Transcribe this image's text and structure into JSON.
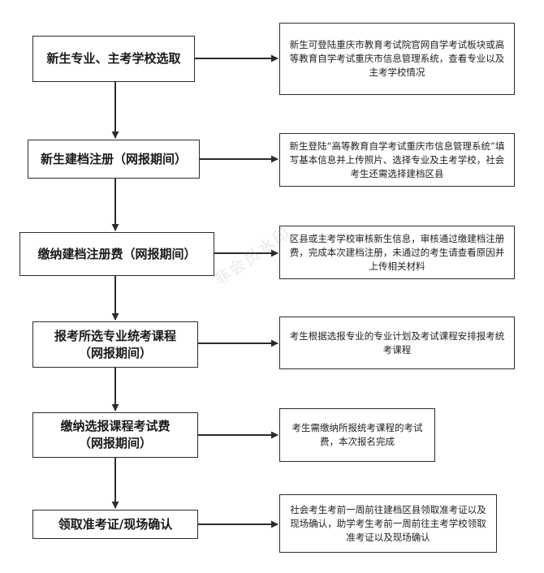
{
  "steps": [
    "新生专业、主考学校选取",
    "新生建档注册（网报期间）",
    "缴纳建档注册费（网报期间）",
    "报考所选专业统考课程\n（网报期间）",
    "缴纳选报课程考试费\n（网报期间）",
    "领取准考证/现场确认"
  ],
  "notes": [
    "新生可登陆重庆市教育考试院官网自学考试板块或高等教育自学考试重庆市信息管理系统，查看专业以及主考学校情况",
    "新生登陆“高等教育自学考试重庆市信息管理系统”填写基本信息并上传照片、选择专业及主考学校，社会考生还需选择建档区县",
    "区县或主考学校审核新生信息，审核通过缴建档注册费，完成本次建档注册，未通过的考生请查看原因并上传相关材料",
    "考生根据选报专业的专业计划及考试课程安排报考统考课程",
    "考生需缴纳所报统考课程的考试费，本次报名完成",
    "社会考生考前一周前往建档区县领取准考证以及现场确认，助学考生考前一周前往主考学校领取准考证以及现场确认"
  ],
  "watermark": "非会员水印"
}
